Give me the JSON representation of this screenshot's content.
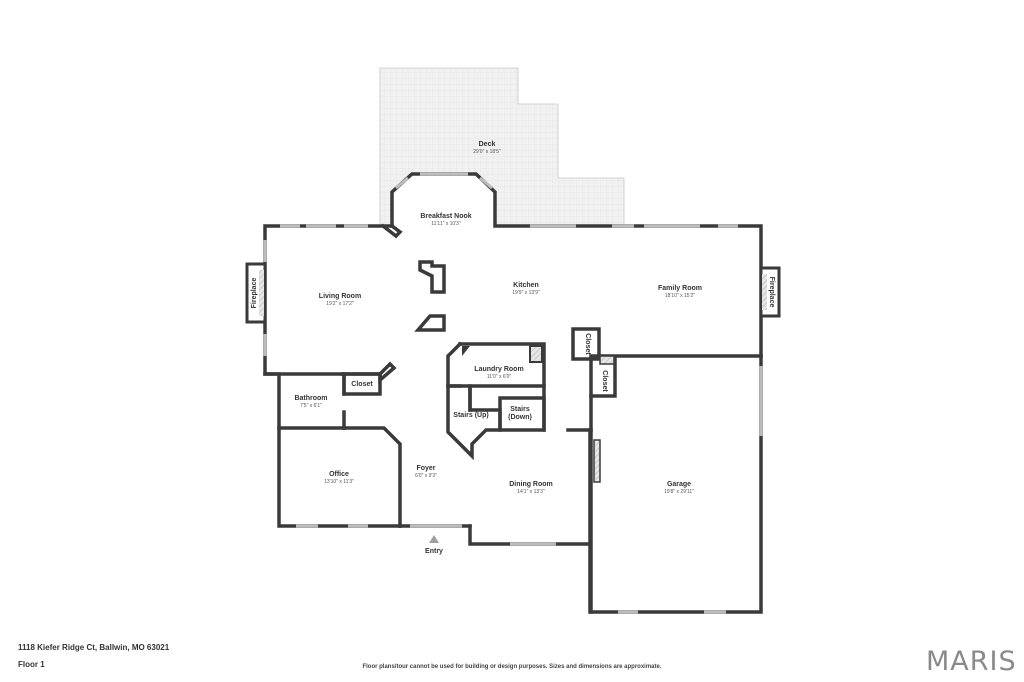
{
  "address": "1118 Kiefer Ridge Ct, Ballwin, MO 63021",
  "floor": "Floor 1",
  "disclaimer": "Floor plans/tour cannot be used for building or design purposes. Sizes and dimensions are approximate.",
  "logo": "MARIS",
  "colors": {
    "wall": "#3a3a3a",
    "deck": "#f1f1f1",
    "hatch": "#b8b8b8",
    "window": "#bdbdbd",
    "logo": "#8a8a8a"
  },
  "entry_label": "Entry",
  "rooms": {
    "deck": {
      "name": "Deck",
      "dim": "29'0\" x 18'5\""
    },
    "breakfast_nook": {
      "name": "Breakfast Nook",
      "dim": "11'11\" x 10'3\""
    },
    "living_room": {
      "name": "Living Room",
      "dim": "19'2\" x 17'2\""
    },
    "kitchen": {
      "name": "Kitchen",
      "dim": "19'9\" x 13'9\""
    },
    "family_room": {
      "name": "Family Room",
      "dim": "18'10\" x 15'2\""
    },
    "laundry_room": {
      "name": "Laundry Room",
      "dim": "11'0\" x 6'0\""
    },
    "bathroom": {
      "name": "Bathroom",
      "dim": "7'5\" x 6'1\""
    },
    "closet": {
      "name": "Closet"
    },
    "stairs_up": {
      "name": "Stairs (Up)"
    },
    "stairs_down_1": "Stairs",
    "stairs_down_2": "(Down)",
    "office": {
      "name": "Office",
      "dim": "13'10\" x 11'3\""
    },
    "foyer": {
      "name": "Foyer",
      "dim": "6'0\" x 9'3\""
    },
    "dining_room": {
      "name": "Dining Room",
      "dim": "14'1\" x 13'3\""
    },
    "garage": {
      "name": "Garage",
      "dim": "19'8\" x 29'11\""
    },
    "fireplace": "Fireplace"
  }
}
